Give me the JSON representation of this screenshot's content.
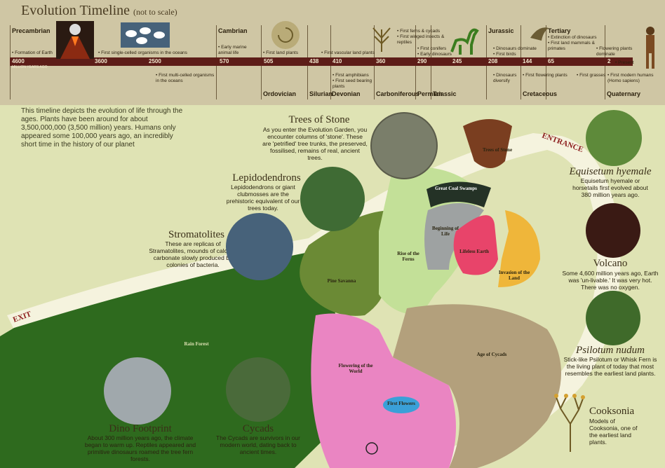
{
  "timeline": {
    "title": "Evolution Timeline",
    "subtitle": "(not to scale)",
    "axis_unit": "MILLION YEARS AGO",
    "years": [
      "4600",
      "3600",
      "2500",
      "570",
      "505",
      "438",
      "410",
      "360",
      "290",
      "245",
      "208",
      "144",
      "65",
      "2",
      "Present"
    ],
    "eras_top": [
      "Precambrian",
      "Cambrian",
      "Jurassic",
      "Tertiary"
    ],
    "eras_bottom": [
      "Ordovician",
      "Silurian",
      "Devonian",
      "Carboniferous",
      "Permian",
      "Triassic",
      "Cretaceous",
      "Quaternary"
    ],
    "events_top": [
      "Formation of Earth",
      "First single-celled organisms in the oceans",
      "Early marine animal life",
      "First land plants",
      "First vascular land plants",
      "First ferns & cycads",
      "First winged insects & reptiles",
      "First conifers",
      "Early dinosaurs",
      "Dinosaurs dominate",
      "First birds",
      "Extinction of dinosaurs",
      "First land mammals & primates",
      "Flowering plants dominate",
      "First modern humans (Homo sapiens)"
    ],
    "events_bottom": [
      "First multi-celled organisms in the oceans",
      "First amphibians",
      "First seed bearing plants",
      "Dinosaurs diversify",
      "First flowering plants",
      "First grasses"
    ]
  },
  "intro": "This timeline depicts the evolution of life through the ages. Plants have been around for about 3,500,000,000 (3,500 million) years. Humans only appeared some 100,000 years ago, an incredibly short time in the history of our planet",
  "sections": {
    "trees_of_stone": {
      "title": "Trees of Stone",
      "desc": "As you enter the Evolution Garden, you encounter columns of 'stone'. These are 'petrified' tree trunks, the preserved, fossilised, remains of real, ancient trees."
    },
    "lepidodendrons": {
      "title": "Lepidodendrons",
      "desc": "Lepidodendrons or giant clubmosses are the prehistoric equivalent of our trees today."
    },
    "stromatolites": {
      "title": "Stromatolites",
      "desc": "These are replicas of Stramatolites, mounds of calcium carbonate slowly produced by colonies of bacteria."
    },
    "equisetum": {
      "title": "Equisetum hyemale",
      "desc": "Equisetum hyemale or horsetails first evolved about 380 million years ago."
    },
    "volcano": {
      "title": "Volcano",
      "desc": "Some 4,600 million years ago, Earth was 'un-livable.' It was very hot. There was no oxygen."
    },
    "psilotum": {
      "title": "Psilotum nudum",
      "desc": "Stick-like Psilotum or Whisk Fern is the living plant of today that most resembles the earliest land plants."
    },
    "cooksonia": {
      "title": "Cooksonia",
      "desc": "Models of Cooksonia, one of the earliest land plants."
    },
    "dino": {
      "title": "Dino Footprint",
      "desc": "About 300 million years ago, the climate began to warm up. Reptiles appeared and primitive dinosaurs roamed the tree fern forests."
    },
    "cycads": {
      "title": "Cycads",
      "desc": "The Cycads are survivors in our modern world, dating back to ancient times."
    }
  },
  "map": {
    "entrance": "ENTRANCE",
    "exit": "EXIT",
    "zones": {
      "trees_of_stone": "Trees of Stone",
      "great_coal": "Great Coal Swamps",
      "beginning": "Beginning of Life",
      "lifeless": "Lifeless Earth",
      "invasion": "Invasion of the Land",
      "rise_ferns": "Rise of the Ferns",
      "pine": "Pine Savanna",
      "rain": "Rain Forest",
      "flowering": "Flowering of the World",
      "first_flowers": "First Flowers",
      "cycads": "Age of Cycads"
    }
  },
  "colors": {
    "rain_forest": "#2e6a1e",
    "pine_savanna": "#6b8a35",
    "rise_ferns": "#c3e098",
    "beginning": "#9ea2a2",
    "lifeless": "#e8446a",
    "invasion": "#efb63a",
    "flowering": "#ea85c2",
    "cycads": "#b3a07c",
    "trees_of_stone": "#7a3e20",
    "timeline_bar": "#5d1d18"
  },
  "icons": [
    "volcano-icon",
    "stromatolite-icon",
    "fossil-icon",
    "fern-icon",
    "dinosaur-icon",
    "bird-icon",
    "human-icon",
    "footprint-icon",
    "compass-icon"
  ]
}
